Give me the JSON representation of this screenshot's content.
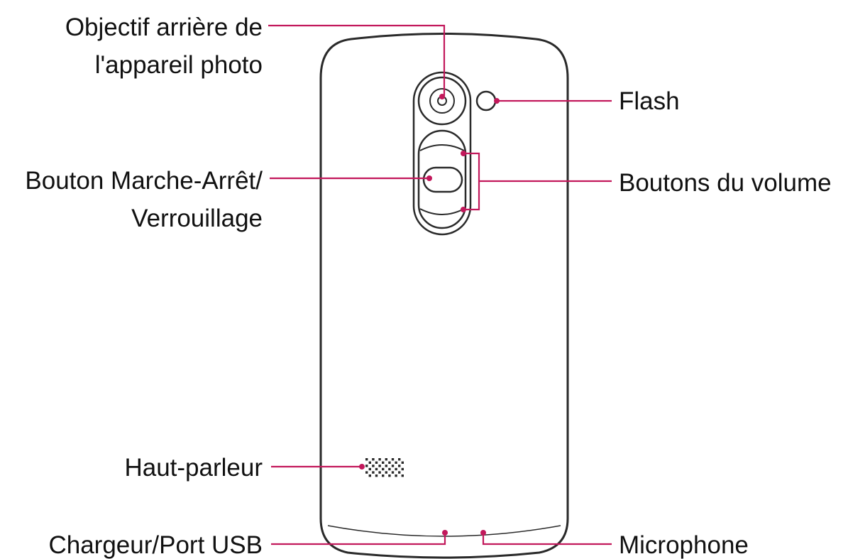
{
  "colors": {
    "callout": "#c2185b",
    "outline": "#2a2a2a",
    "text": "#111111"
  },
  "labels": {
    "rear_camera_line1": "Objectif arrière de",
    "rear_camera_line2": "l'appareil photo",
    "flash": "Flash",
    "power_lock_line1": "Bouton Marche-Arrêt/",
    "power_lock_line2": "Verrouillage",
    "volume": "Boutons du volume",
    "speaker": "Haut-parleur",
    "charger_usb": "Chargeur/Port USB",
    "microphone": "Microphone"
  }
}
